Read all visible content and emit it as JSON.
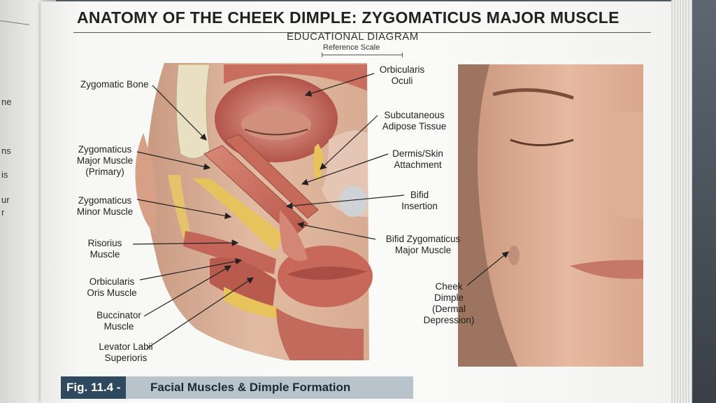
{
  "diagram": {
    "title": "ANATOMY OF THE CHEEK DIMPLE: ZYGOMATICUS MAJOR MUSCLE",
    "subtitle": "EDUCATIONAL DIAGRAM",
    "reference_scale": "Reference Scale",
    "left_page_fragments": [
      "ne",
      "ns",
      "is",
      "ur",
      "r"
    ],
    "labels_left": [
      "Zygomatic Bone",
      "Zygomaticus\nMajor Muscle\n(Primary)",
      "Zygomaticus\nMinor Muscle",
      "Risorius\nMuscle",
      "Orbicularis\nOris Muscle",
      "Buccinator\nMuscle",
      "Levator Labii\nSuperioris"
    ],
    "labels_right": [
      "Orbicularis\nOculi",
      "Subcutaneous\nAdipose Tissue",
      "Dermis/Skin\nAttachment",
      "Bifid\nInsertion",
      "Bifid Zygomaticus\nMajor Muscle"
    ],
    "label_face": "Cheek\nDimple\n(Dermal\nDepression)",
    "caption": {
      "figure": "Fig. 11.4 -",
      "text": "Facial Muscles & Dimple Formation"
    }
  }
}
